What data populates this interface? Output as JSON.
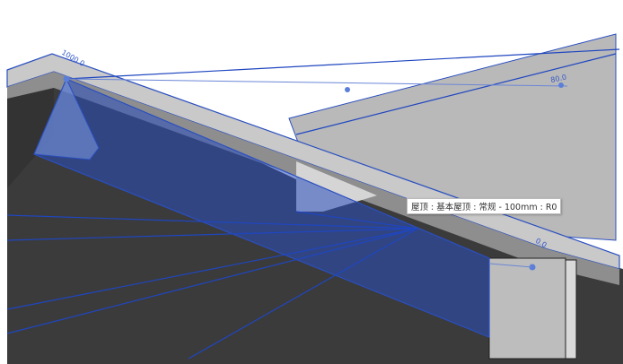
{
  "viewport": {
    "tooltip": "屋顶 : 基本屋顶 : 常规 - 100mm : R0",
    "dimensions": {
      "left": "1000.0",
      "right_top": "80.0",
      "right_bottom": "0.0"
    },
    "colors": {
      "selection": "#2a4fc0",
      "background": "#ffffff",
      "dark_floor": "#3b3b3b",
      "roof": "#c4c4c4"
    }
  }
}
